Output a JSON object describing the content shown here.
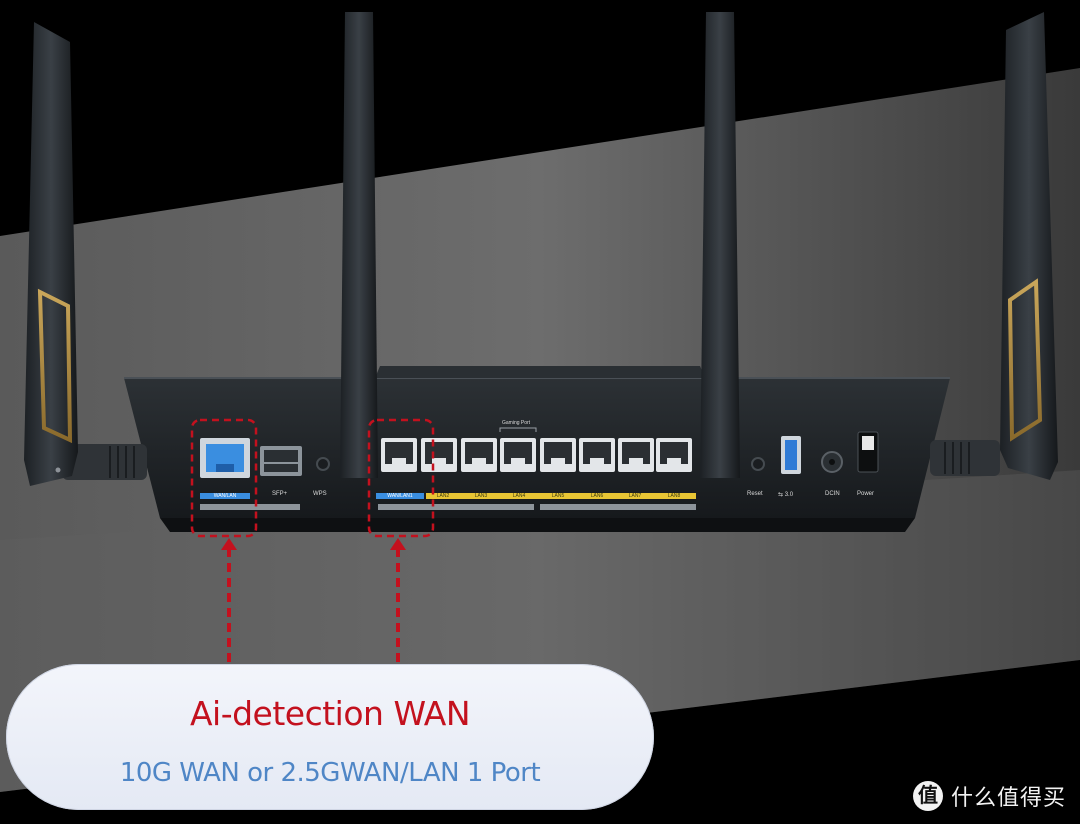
{
  "callout": {
    "title": "Ai-detection WAN",
    "subtitle": "10G WAN or 2.5GWAN/LAN 1 Port"
  },
  "watermark": {
    "logo_glyph": "值",
    "text": "什么值得买"
  },
  "ports": {
    "wan_lan": "WAN/LAN",
    "sfp": "SFP+",
    "wps": "WPS",
    "wan_lan1": "WAN/LAN1",
    "lan2": "LAN2",
    "lan3": "LAN3",
    "lan4": "LAN4",
    "lan5": "LAN5",
    "lan6": "LAN6",
    "lan7": "LAN7",
    "lan8": "LAN8",
    "gaming_port": "Gaming Port",
    "reset": "Reset",
    "usb": "⇆ 3.0",
    "dcin": "DCIN",
    "power": "Power"
  },
  "colors": {
    "accent_red": "#c3111e",
    "accent_blue": "#4f86c6",
    "port_blue": "#3a8ee0",
    "label_yellow": "#e8c534"
  }
}
